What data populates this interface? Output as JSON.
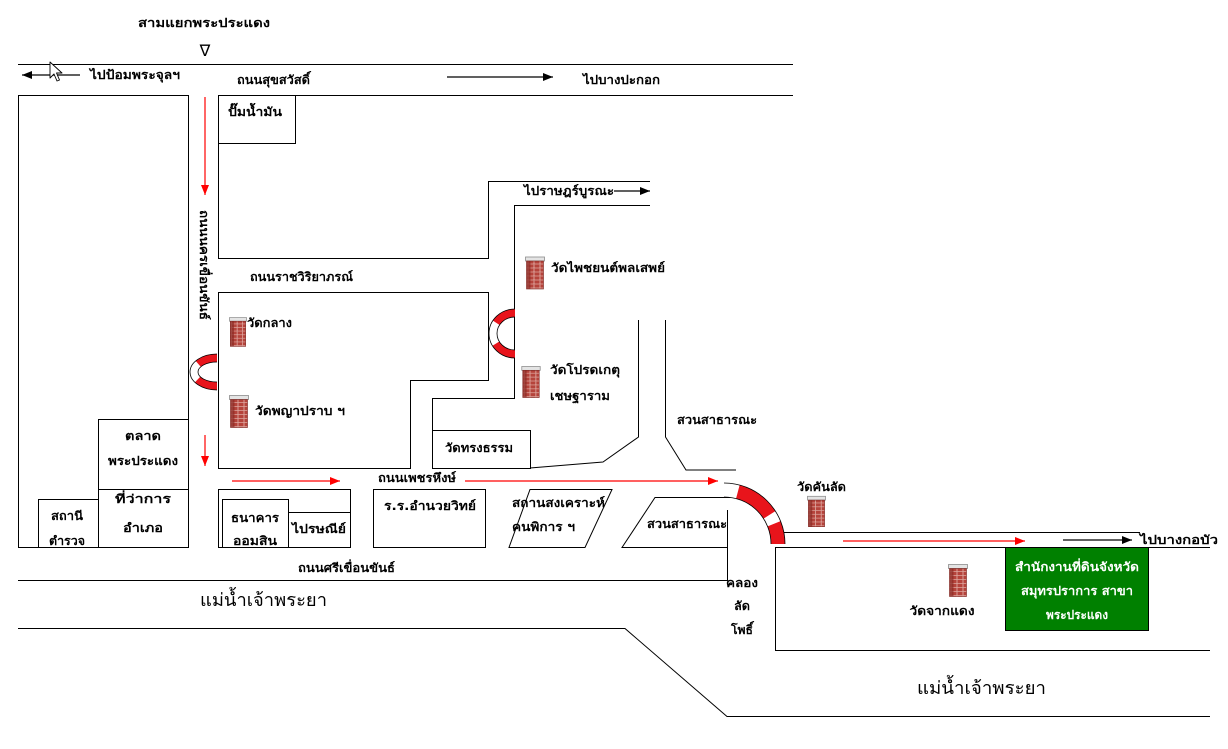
{
  "colors": {
    "background": "#ffffff",
    "line": "#000000",
    "arrow_red": "#ff0000",
    "bridge_red": "#e8141b",
    "land_office_fill": "#008000",
    "land_office_text": "#ffffff",
    "temple_brick": "#b5433b"
  },
  "icons": {
    "temple": "temple-icon",
    "bridge": "bridge-icon",
    "cursor": "mouse-cursor-icon",
    "junction": "junction-marker-icon"
  },
  "header": {
    "junction_label": "สามแยกพระประแดง",
    "junction_marker": "∇"
  },
  "roads": {
    "suk_sawat": "ถนนสุขสวัสดิ์",
    "nakhon_khuean_khan": "ถนนนครเขื่อนขันธ์",
    "ratchawiriyaphon": "ถนนราชวิริยาภรณ์",
    "phet_hueng": "ถนนเพชรหึงษ์",
    "si_khuean_khan": "ถนนศรีเขื่อนขันธ์"
  },
  "destinations": {
    "pom_phra_chun": "ไปป้อมพระจุลฯ",
    "bang_pakok": "ไปบางปะกอก",
    "rat_burana": "ไปราษฎร์บูรณะ",
    "bang_kobua": "ไปบางกอบัว"
  },
  "places": {
    "gas_station": "ปั๊มน้ำมัน",
    "market": [
      "ตลาด",
      "พระประแดง"
    ],
    "district_office": [
      "ที่ว่าการ",
      "อำเภอ"
    ],
    "police_station": [
      "สถานี",
      "ตำรวจ"
    ],
    "bank": [
      "ธนาคาร",
      "ออมสิน"
    ],
    "post_office": "ไปรษณีย์",
    "school": "ร.ร.อำนวยวิทย์",
    "welfare_home": [
      "สถานสงเคราะห์",
      "คนพิการ ฯ"
    ],
    "park_north": "สวนสาธารณะ",
    "park_south": "สวนสาธารณะ",
    "land_office": [
      "สำนักงานที่ดินจังหวัด",
      "สมุทรปราการ สาขา",
      "พระประแดง"
    ]
  },
  "temples": {
    "klang": "วัดกลาง",
    "phaya_prap": "วัดพญาปราบ ฯ",
    "phaichayon": "วัดไพชยนต์พลเสพย์",
    "prot_ket": [
      "วัดโปรดเกตุ",
      "เชษฐาราม"
    ],
    "song_tham": "วัดทรงธรรม",
    "khan_lat": "วัดคันลัด",
    "chak_daeng": "วัดจากแดง"
  },
  "waterways": {
    "river_west": "แม่น้ำเจ้าพระยา",
    "river_east": "แม่น้ำเจ้าพระยา",
    "canal": [
      "คลอง",
      "ลัด",
      "โพธิ์"
    ]
  }
}
